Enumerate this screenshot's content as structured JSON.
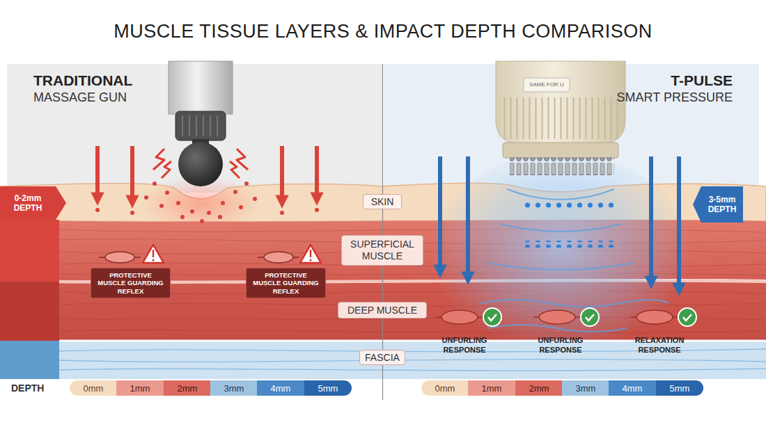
{
  "diagram": {
    "title": "MUSCLE TISSUE LAYERS & IMPACT DEPTH COMPARISON",
    "nodes": [
      {
        "text": [
          "TRADITIONAL",
          "MASSAGE GUN"
        ]
      },
      {
        "text": [
          "0-2mm DEPTH"
        ],
        "in": 0
      },
      {
        "text": [
          "PROTECTIVE MUSCLE GUARDING REFLEX"
        ],
        "in": 0
      },
      {
        "text": [
          "PROTECTIVE MUSCLE GUARDING REFLEX"
        ],
        "in": 0
      },
      {
        "text": [
          "T-PULSE",
          "SMART PRESSURE"
        ]
      },
      {
        "text": [
          "3-5mm DEPTH"
        ],
        "in": 4
      },
      {
        "text": [
          "SKIN"
        ]
      },
      {
        "text": [
          "SUPERFICIAL MUSCLE"
        ]
      },
      {
        "text": [
          "DEEP MUSCLE"
        ]
      },
      {
        "text": [
          "FASCIA"
        ]
      },
      {
        "text": [
          "0mm"
        ]
      },
      {
        "text": [
          "1mm"
        ]
      },
      {
        "text": [
          "2mm"
        ]
      },
      {
        "text": [
          "3mm"
        ]
      },
      {
        "text": [
          "4mm"
        ]
      },
      {
        "text": [
          "5mm"
        ]
      },
      {
        "text": [
          "0mm"
        ]
      },
      {
        "text": [
          "1mm"
        ]
      },
      {
        "text": [
          "2mm"
        ]
      },
      {
        "text": [
          "3mm"
        ]
      },
      {
        "text": [
          "4mm"
        ]
      },
      {
        "text": [
          "5mm"
        ]
      }
    ],
    "labels": [
      "SAME FOR U",
      "UNFURLING RESPONSE",
      "UNFURLING RESPONSE",
      "RELAXATION RESPONSE",
      "DEPTH"
    ]
  }
}
